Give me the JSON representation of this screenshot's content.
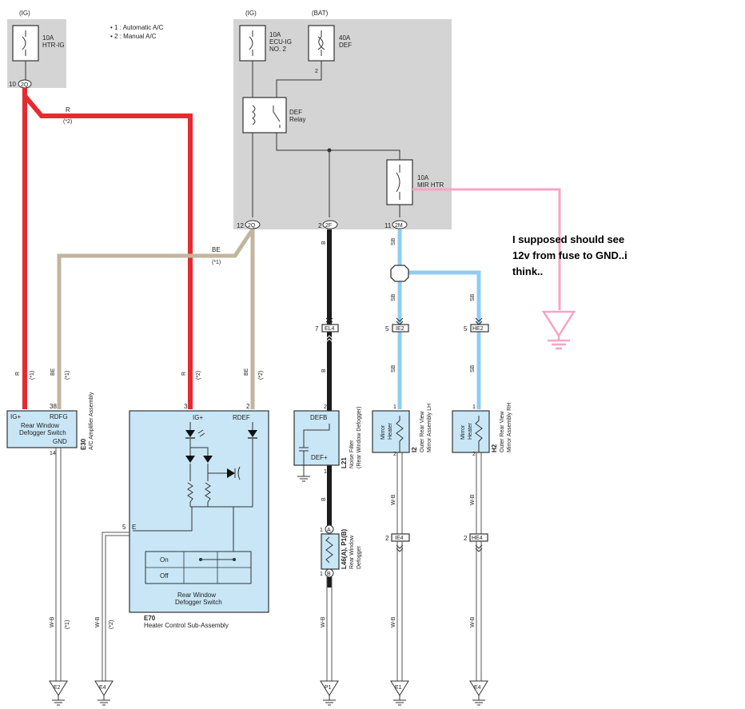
{
  "fuses": {
    "htr_ig": {
      "rating": "10A",
      "name": "HTR-IG",
      "supply": "(IG)",
      "pin": "10",
      "conn": "2Q"
    },
    "ecu_ig": {
      "rating": "10A",
      "name1": "ECU-IG",
      "name2": "NO. 2",
      "supply": "(IG)"
    },
    "def": {
      "rating": "40A",
      "name": "DEF",
      "supply": "(BAT)",
      "pin": "2"
    },
    "mir_htr": {
      "rating": "10A",
      "name": "MIR HTR"
    }
  },
  "relay": {
    "name1": "DEF",
    "name2": "Relay"
  },
  "legend": [
    "1 : Automatic A/C",
    "2 : Manual A/C"
  ],
  "jb_terminals": {
    "t1": {
      "pin": "12",
      "conn": "2Q"
    },
    "t2": {
      "pin": "2",
      "conn": "2F"
    },
    "t3": {
      "pin": "11",
      "conn": "2M"
    }
  },
  "wires": {
    "red": "R",
    "red_note": "(*2)",
    "tan": "BE",
    "tan_note": "(*1)",
    "blk": "B",
    "sb": "SB",
    "wb": "W-B",
    "n1": "(*1)",
    "n2": "(*2)"
  },
  "connectors": {
    "el4": {
      "pin": "7",
      "name": "EL4"
    },
    "ie2": {
      "pin": "5",
      "name": "IE2"
    },
    "he2": {
      "pin": "5",
      "name": "HE2"
    },
    "ie4": {
      "pin": "2",
      "name": "IE4"
    },
    "he4": {
      "pin": "2",
      "name": "HE4"
    }
  },
  "e30": {
    "ig": "IG+",
    "rdfg": "RDFG",
    "gnd": "GND",
    "title1": "Rear Window",
    "title2": "Defogger Switch",
    "pin_ig": "",
    "pin_rdfg": "38",
    "pin_gnd": "14",
    "code": "E30",
    "desc": "A/C Amplifier Assembly"
  },
  "e70": {
    "ig": "IG+",
    "rdef": "RDEF",
    "pin_ig": "3",
    "pin_rdef": "2",
    "pin_e": "5",
    "e": "E",
    "on": "On",
    "off": "Off",
    "title1": "Rear Window",
    "title2": "Defogger Switch",
    "code": "E70",
    "desc": "Heater Control Sub-Assembly"
  },
  "l21": {
    "defb": "DEFB",
    "defp": "DEF+",
    "pin_top": "2",
    "pin_bot": "1",
    "code": "L21",
    "desc1": "Noise Filter",
    "desc2": "(Rear Window Defogger)"
  },
  "l46": {
    "pin_a": "1",
    "a": "A",
    "pin_b": "1",
    "b": "B",
    "code": "L46(A), P1(B)",
    "desc1": "Rear Window",
    "desc2": "Defogger"
  },
  "i2": {
    "elem1": "Mirror",
    "elem2": "Heater",
    "pin_top": "1",
    "pin_bot": "2",
    "code": "I2",
    "desc1": "Outer Rear View",
    "desc2": "Mirror Assembly LH"
  },
  "h2": {
    "elem1": "Mirror",
    "elem2": "Heater",
    "pin_top": "1",
    "pin_bot": "2",
    "code": "H2",
    "desc1": "Outer Rear View",
    "desc2": "Mirror Assembly RH"
  },
  "grounds": [
    "E2",
    "E4",
    "P1",
    "E1",
    "E4"
  ],
  "annotation": {
    "line1": "I supposed should see",
    "line2": "12v from fuse to GND..i",
    "line3": "think.."
  },
  "colors": {
    "red": "#e52b2f",
    "tan": "#c2b59f",
    "black": "#1b1b1b",
    "blue": "#8fcdf0",
    "pink": "#f5a5c5",
    "panel": "#d4d4d4",
    "box": "#c8e6f6"
  }
}
